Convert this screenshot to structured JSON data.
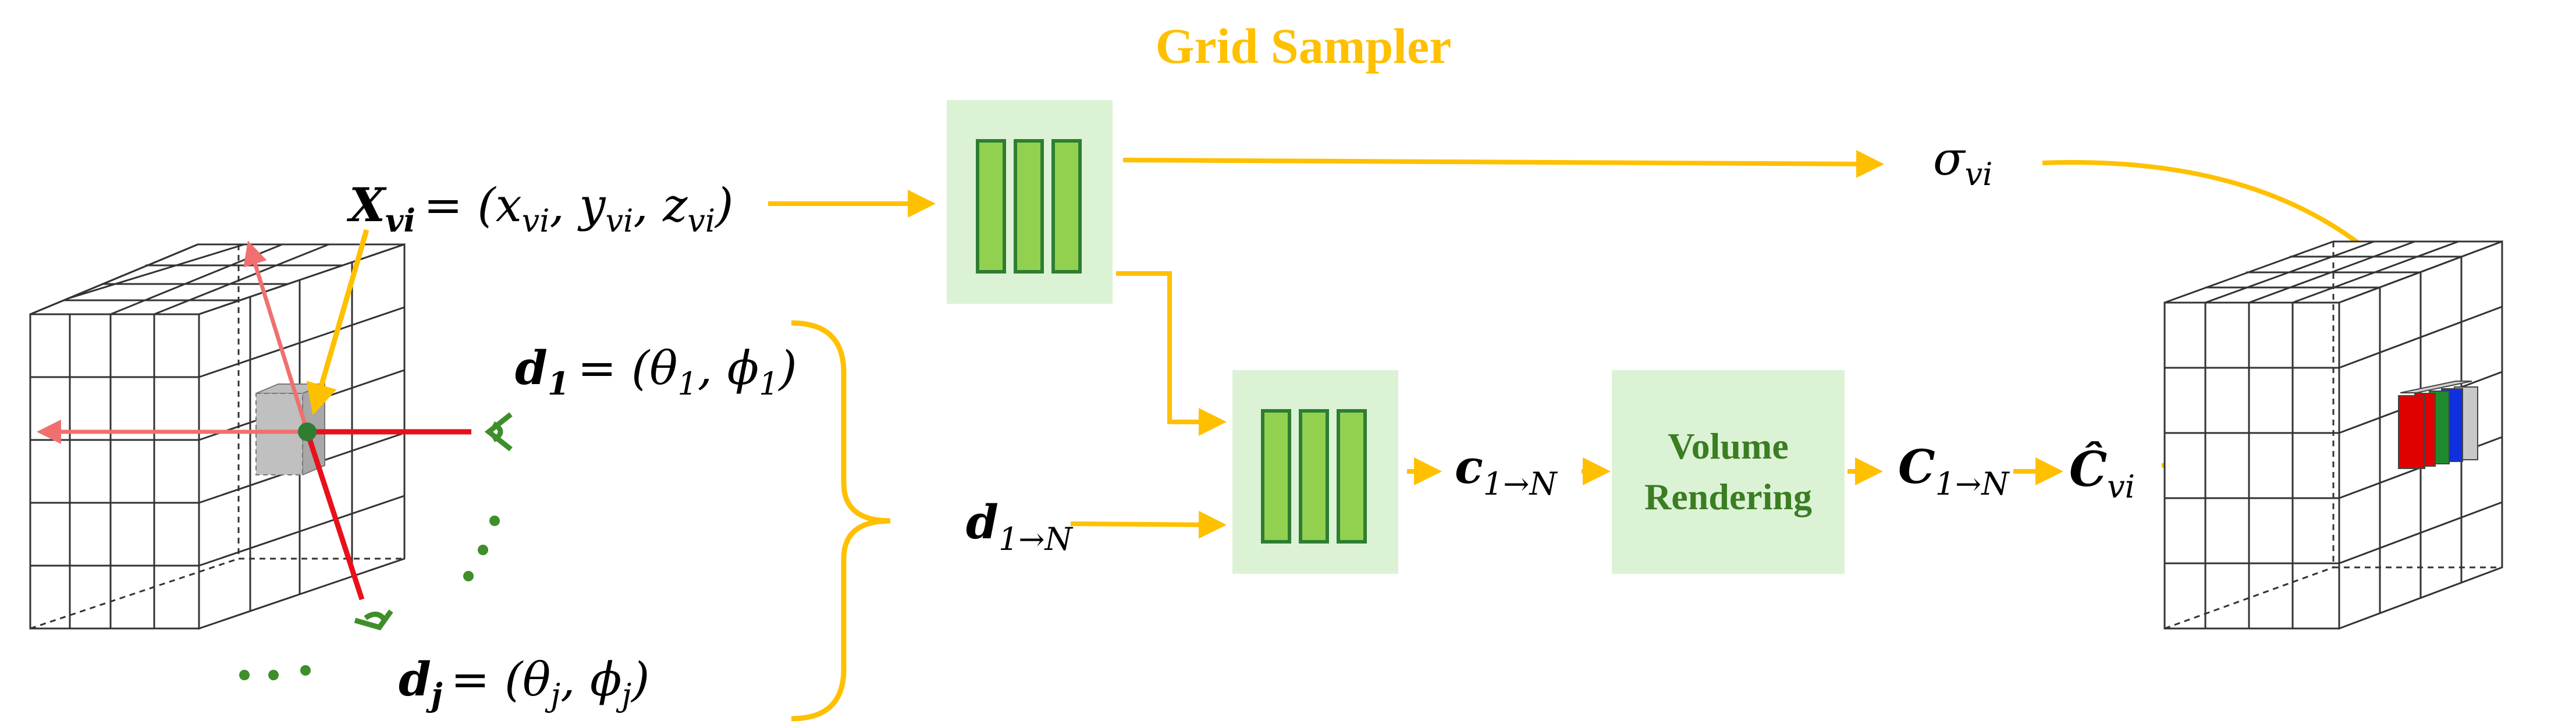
{
  "title": "Grid Sampler",
  "colors": {
    "accent_yellow": "#FFC000",
    "box_fill": "#DCF2D5",
    "bar_fill": "#92D050",
    "bar_stroke": "#2E7D32",
    "label_green": "#3A7D22",
    "ray_red": "#E8101A",
    "ray_pink": "#F07070",
    "eye_green": "#3E8E2A",
    "sample_gray": "#C0C0C0",
    "rgb_red": "#E00000",
    "rgb_green": "#1E8A2E",
    "rgb_blue": "#1030E0"
  },
  "labels": {
    "x_vi": {
      "lhs": "X",
      "lhs_sub": "vi",
      "rhs": "= (x",
      "x_sub": "vi",
      "y": ", y",
      "y_sub": "vi",
      "z": ", z",
      "z_sub": "vi",
      "close": ")"
    },
    "d1": {
      "name": "d",
      "sub": "1",
      "rhs": "= (θ",
      "theta_sub": "1",
      "phi": ", ϕ",
      "phi_sub": "1",
      "close": ")"
    },
    "dj": {
      "name": "d",
      "sub": "j",
      "rhs": "= (θ",
      "theta_sub": "j",
      "phi": ", ϕ",
      "phi_sub": "j",
      "close": ")"
    },
    "d_1N": {
      "name": "d",
      "sub": "1→N"
    },
    "c_1N": {
      "name": "c",
      "sub": "1→N"
    },
    "C_1N": {
      "name": "C",
      "sub": "1→N"
    },
    "C_hat": {
      "name": "Ĉ",
      "sub": "vi"
    },
    "sigma": {
      "name": "σ",
      "sub": "vi"
    },
    "ellipsis": "…"
  },
  "volume_rendering": {
    "line1": "Volume",
    "line2": "Rendering"
  },
  "icons": [
    "eye-icon",
    "mlp-icon",
    "voxel-grid-icon"
  ]
}
